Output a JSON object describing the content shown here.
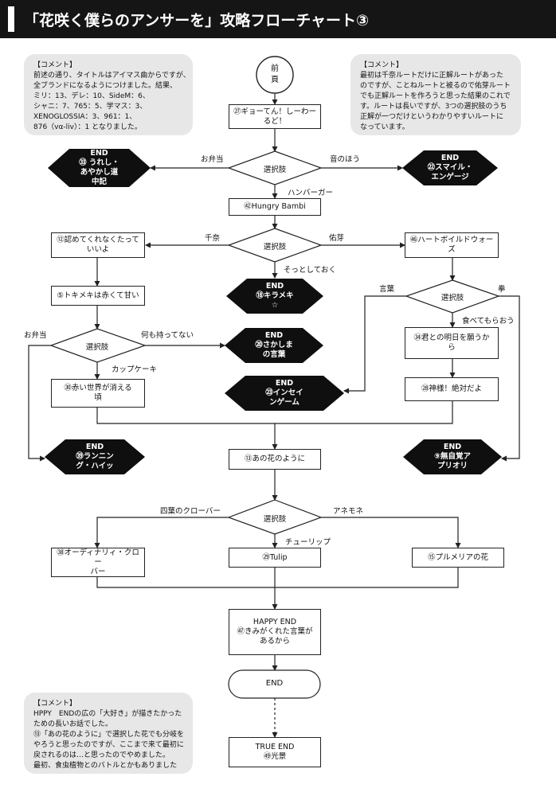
{
  "header": {
    "title": "「花咲く僕らのアンサーを」攻略フローチャート③"
  },
  "comments": {
    "top_left": {
      "title": "【コメント】",
      "lines": [
        "前述の通り、タイトルはアイマス曲からですが、",
        "全ブランドになるようにつけました。結果、",
        "ミリ：13、デレ：10、SideM：6、",
        "シャニ：7、765：5、学マス：3、",
        "XENOGLOSSIA：3、961：1、",
        "876（vα-liv）：1 となりました。"
      ]
    },
    "top_right": {
      "title": "【コメント】",
      "lines": [
        "最初は千奈ルートだけに正解ルートがあった",
        "のですが、ことねルートと被るので佑芽ルート",
        "でも正解ルートを作ろうと思った結果のこれで",
        "す。ルートは長いですが、3つの選択肢のうち",
        "正解が一つだけというわかりやすいルートに",
        "なっています。"
      ]
    },
    "bottom_left": {
      "title": "【コメント】",
      "lines": [
        "HPPY　ENDの広の「大好き」が描きたかった",
        "ための長いお話でした。",
        "⑬「あの花のように」で選択した花でも分岐を",
        "やろうと思ったのですが、ここまで来て最初に",
        "戻されるのは…と思ったのでやめました。",
        "最初、食虫植物とのバトルとかもありました"
      ]
    }
  },
  "nodes": {
    "start": [
      "前",
      "頁"
    ],
    "n27": [
      "㉗ギョーてん！しーわー",
      "るど！"
    ],
    "n42": "㊷Hungry Bambi",
    "n12": [
      "⑫認めてくれなくたって",
      "いいよ"
    ],
    "n46": [
      "㊻ハートボイルドウォー",
      "ズ"
    ],
    "n5": "⑤トキメキは赤くて甘い",
    "n34": [
      "㉞君との明日を願うか",
      "ら"
    ],
    "n30": [
      "㉚赤い世界が消える",
      "頃"
    ],
    "n28": "㉘神様！絶対だよ",
    "n13": "⑬あの花のように",
    "n38": [
      "㊳オーディナリィ・クロー",
      "バー"
    ],
    "n29": "㉙Tulip",
    "n15": "⑮プルメリアの花",
    "happy": [
      "HAPPY END",
      "㊼きみがくれた言葉が",
      "あるから"
    ],
    "end_oval": "END",
    "true_end": [
      "TRUE END",
      "㊾光景"
    ]
  },
  "decisions": {
    "label": "選択肢",
    "d1": {
      "left": "お弁当",
      "right": "音のほう",
      "down": "ハンバーガー"
    },
    "d2": {
      "left": "千奈",
      "right": "佑芽",
      "down": "そっとしておく"
    },
    "d3": {
      "left": "言葉",
      "right": "拳",
      "down": "食べてもらおう"
    },
    "d4": {
      "left": "お弁当",
      "right": "何も持ってない",
      "down": "カップケーキ"
    },
    "d5": {
      "left": "四葉のクローバー",
      "right": "アネモネ",
      "down": "チューリップ"
    }
  },
  "ends": {
    "e33": [
      "END",
      "㉝ うれし・",
      "あやかし道",
      "中記"
    ],
    "e22": [
      "END",
      "㉒スマイル・",
      "エンゲージ"
    ],
    "e18": [
      "END",
      "⑱キラメキ",
      "☆"
    ],
    "e20": [
      "END",
      "⑳さかしま",
      "の言葉"
    ],
    "e23": [
      "END",
      "㉓インセイ",
      "ンゲーム"
    ],
    "e39": [
      "END",
      "㊴ランニン",
      "グ・ハイッ"
    ],
    "e9": [
      "END",
      "⑨無自覚ア",
      "プリオリ"
    ]
  },
  "colors": {
    "end_fill": "#0f0f0f",
    "line": "#222222",
    "comment_bg": "#e7e7e7",
    "header_bg": "#151515"
  }
}
